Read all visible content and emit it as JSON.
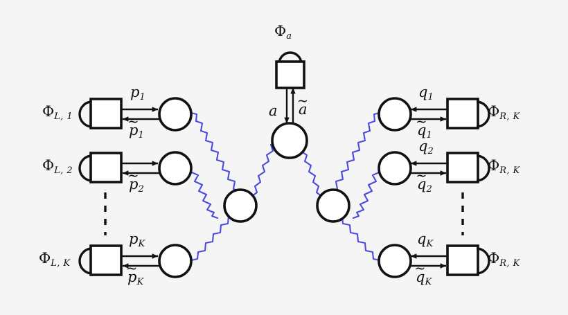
{
  "diagram": {
    "title": "Multipartite entanglement swapping network",
    "background_color": "#f5f5f5",
    "line_color": "#111111",
    "wave_color": "#4b4be0",
    "box_fill": "#ffffff"
  },
  "central_source": {
    "label": "Φ",
    "label_sub": "a",
    "out_mode": "a",
    "in_mode": "a",
    "in_mode_tilde": "~"
  },
  "left_arms": [
    {
      "phi": "Φ",
      "phi_sub": "L, 1",
      "mode_top": "p",
      "mode_top_sub": "1",
      "mode_bottom": "p",
      "mode_bottom_sub": "1",
      "mode_bottom_tilde": "~"
    },
    {
      "phi": "Φ",
      "phi_sub": "L, 2",
      "mode_top": "",
      "mode_top_sub": "",
      "mode_bottom": "p",
      "mode_bottom_sub": "2",
      "mode_bottom_tilde": "~"
    },
    {
      "phi": "Φ",
      "phi_sub": "L, K",
      "mode_top": "p",
      "mode_top_sub": "K",
      "mode_bottom": "p",
      "mode_bottom_sub": "K",
      "mode_bottom_tilde": "~"
    }
  ],
  "right_arms": [
    {
      "phi": "Φ",
      "phi_sub": "R, K",
      "mode_top": "q",
      "mode_top_sub": "1",
      "mode_bottom": "q",
      "mode_bottom_sub": "1",
      "mode_bottom_tilde": "~"
    },
    {
      "phi": "Φ",
      "phi_sub": "R, K",
      "mode_top": "q",
      "mode_top_sub": "2",
      "mode_bottom": "q",
      "mode_bottom_sub": "2",
      "mode_bottom_tilde": "~"
    },
    {
      "phi": "Φ",
      "phi_sub": "R, K",
      "mode_top": "q",
      "mode_top_sub": "K",
      "mode_bottom": "q",
      "mode_bottom_sub": "K",
      "mode_bottom_tilde": "~"
    }
  ],
  "ellipsis": {
    "left_dashes": 4,
    "right_dashes": 4
  }
}
